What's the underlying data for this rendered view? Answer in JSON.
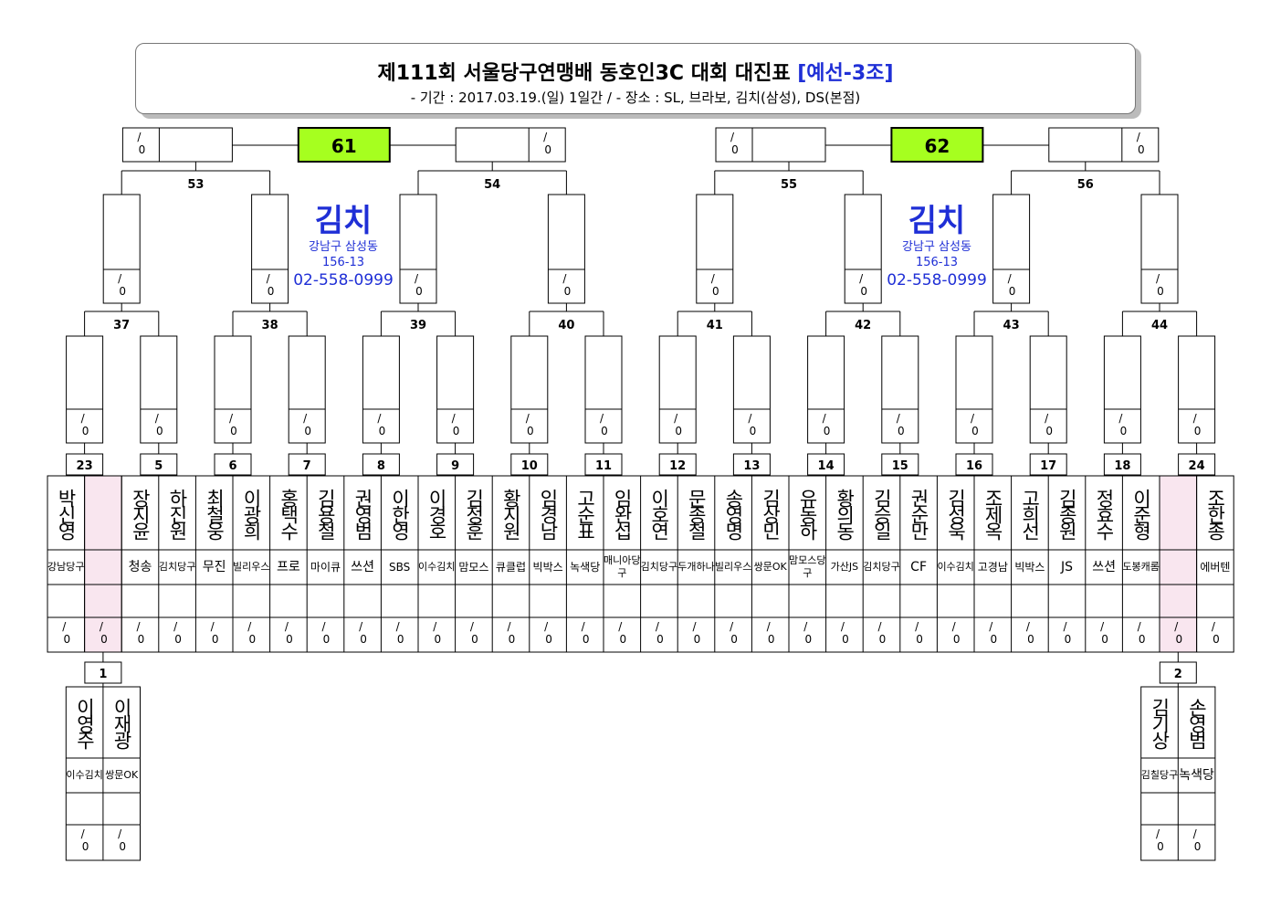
{
  "header": {
    "title": "제111회 서울당구연맹배 동호인3C 대회 대진표",
    "tag": "[예선-3조]",
    "period": "- 기간 : 2017.03.19.(일) 1일간 / - 장소 : SL, 브라보, 김치(삼성), DS(본점)"
  },
  "score_placeholder": {
    "top": "/",
    "bottom": "0"
  },
  "ad": {
    "name": "김치",
    "address1": "강남구 삼성동",
    "address2": "156-13",
    "phone": "02-558-0999"
  },
  "final_matches": [
    "61",
    "62"
  ],
  "round3_matches": [
    "53",
    "54",
    "55",
    "56"
  ],
  "round2_matches": [
    "37",
    "38",
    "39",
    "40",
    "41",
    "42",
    "43",
    "44"
  ],
  "round1_matches": [
    "23",
    "5",
    "6",
    "7",
    "8",
    "9",
    "10",
    "11",
    "12",
    "13",
    "14",
    "15",
    "16",
    "17",
    "18",
    "24"
  ],
  "players": [
    {
      "name": "박신영",
      "club": "강남당구"
    },
    {
      "name": "",
      "club": ""
    },
    {
      "name": "장지윤",
      "club": "청송"
    },
    {
      "name": "하진원",
      "club": "김치당구"
    },
    {
      "name": "최철웅",
      "club": "무진"
    },
    {
      "name": "이광희",
      "club": "빌리우스"
    },
    {
      "name": "홍택수",
      "club": "프로"
    },
    {
      "name": "김용철",
      "club": "마이큐"
    },
    {
      "name": "권영범",
      "club": "쓰션"
    },
    {
      "name": "이한영",
      "club": "SBS"
    },
    {
      "name": "이경호",
      "club": "이수김치"
    },
    {
      "name": "김정훈",
      "club": "맘모스"
    },
    {
      "name": "황지원",
      "club": "큐클럽"
    },
    {
      "name": "임경남",
      "club": "빅박스"
    },
    {
      "name": "고순표",
      "club": "녹색당"
    },
    {
      "name": "임완섭",
      "club": "매니아당구"
    },
    {
      "name": "이호연",
      "club": "김치당구"
    },
    {
      "name": "문종철",
      "club": "두개하나"
    },
    {
      "name": "송영명",
      "club": "빌리우스"
    },
    {
      "name": "김상민",
      "club": "쌍문OK"
    },
    {
      "name": "유동하",
      "club": "맘모스당구"
    },
    {
      "name": "황의동",
      "club": "가산JS"
    },
    {
      "name": "김승일",
      "club": "김치당구"
    },
    {
      "name": "권순만",
      "club": "CF"
    },
    {
      "name": "김성욱",
      "club": "이수김치"
    },
    {
      "name": "조제옥",
      "club": "고경남"
    },
    {
      "name": "고희선",
      "club": "빅박스"
    },
    {
      "name": "김종원",
      "club": "JS"
    },
    {
      "name": "정효수",
      "club": "쓰션"
    },
    {
      "name": "이준형",
      "club": "도봉캐롬"
    },
    {
      "name": "",
      "club": ""
    },
    {
      "name": "조한종",
      "club": "에버텐"
    }
  ],
  "prelim": [
    {
      "match": "1",
      "players": [
        {
          "name": "이영주",
          "club": "이수김치"
        },
        {
          "name": "이재광",
          "club": "쌍문OK"
        }
      ]
    },
    {
      "match": "2",
      "players": [
        {
          "name": "김기상",
          "club": "김칠당구"
        },
        {
          "name": "손영범",
          "club": "녹색당"
        }
      ]
    }
  ],
  "colors": {
    "final_fill": "#a6ff1f",
    "bye_fill": "#f9e6ef",
    "accent_blue": "#1f2fd6",
    "line": "#000000"
  }
}
